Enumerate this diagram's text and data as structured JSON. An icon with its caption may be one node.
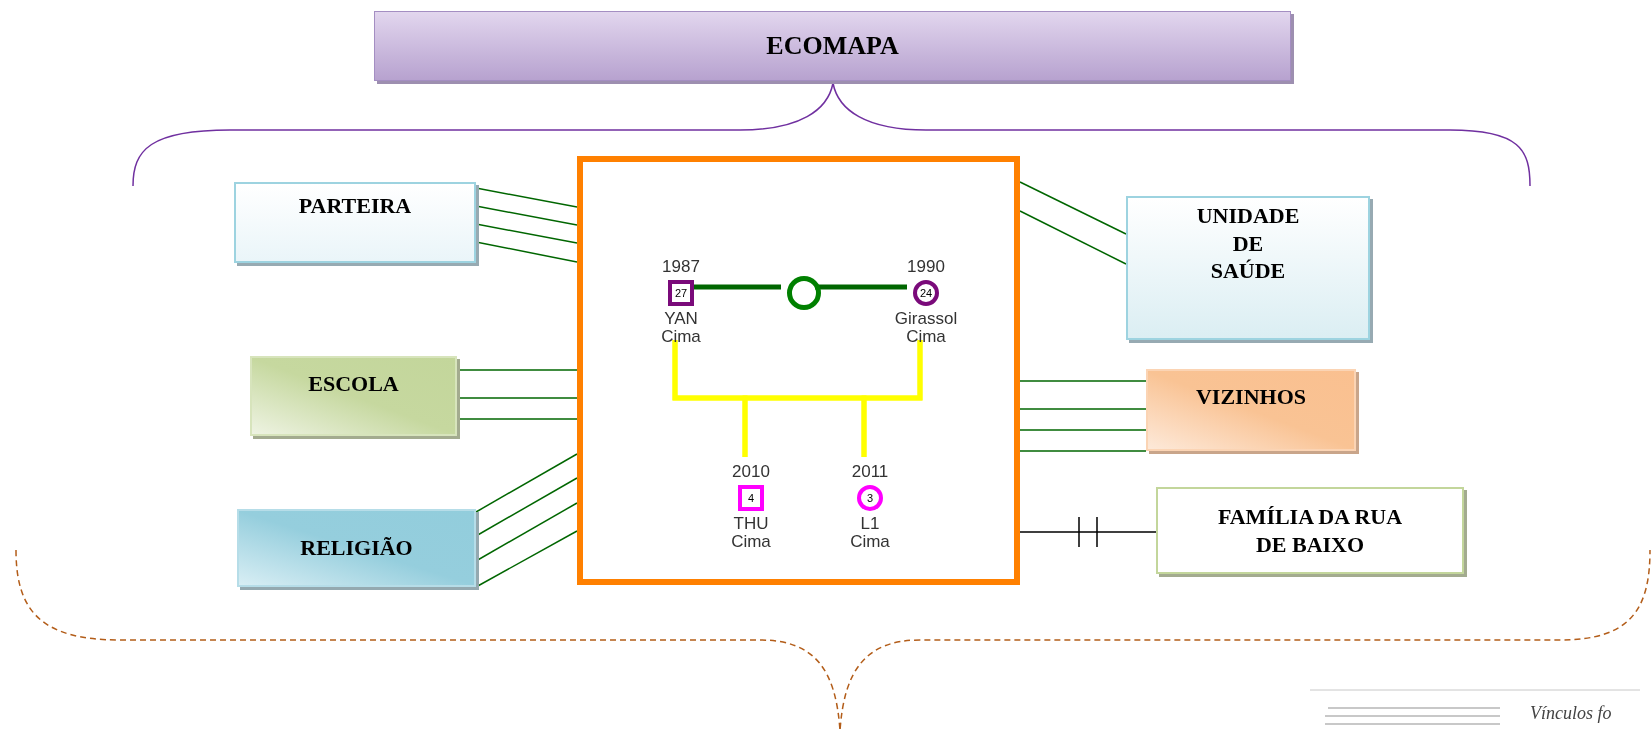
{
  "diagram": {
    "nodes": [
      {
        "text": [
          "ECOMAPA"
        ]
      },
      {
        "text": [
          "PARTEIRA"
        ]
      },
      {
        "text": [
          "ESCOLA"
        ]
      },
      {
        "text": [
          "RELIGIÃO"
        ]
      },
      {
        "text": [],
        "shape": "box"
      },
      {
        "text": [
          "UNIDADE DE SAÚDE"
        ]
      },
      {
        "text": [
          "VIZINHOS"
        ]
      },
      {
        "text": [
          "FAMÍLIA DA RUA DE BAIXO"
        ]
      },
      {
        "text": [
          "27"
        ],
        "in": 4,
        "beside": [
          "1987",
          "YAN Cima"
        ]
      },
      {
        "text": [],
        "shape": "circle",
        "in": 4
      },
      {
        "text": [
          "24"
        ],
        "in": 4,
        "beside": [
          "1990",
          "Girassol Cima"
        ]
      },
      {
        "text": [
          "4"
        ],
        "in": 4,
        "beside": [
          "2010",
          "THU Cima"
        ]
      },
      {
        "text": [
          "3"
        ],
        "in": 4,
        "beside": [
          "2011",
          "L1 Cima"
        ]
      }
    ],
    "edges": [
      {
        "from": 1,
        "to": 4,
        "arrow": "none"
      },
      {
        "from": 1,
        "to": 4,
        "arrow": "none"
      },
      {
        "from": 1,
        "to": 4,
        "arrow": "none"
      },
      {
        "from": 1,
        "to": 4,
        "arrow": "none"
      },
      {
        "from": 2,
        "to": 4,
        "arrow": "none"
      },
      {
        "from": 2,
        "to": 4,
        "arrow": "none"
      },
      {
        "from": 2,
        "to": 4,
        "arrow": "none"
      },
      {
        "from": 3,
        "to": 4,
        "arrow": "none"
      },
      {
        "from": 3,
        "to": 4,
        "arrow": "none"
      },
      {
        "from": 3,
        "to": 4,
        "arrow": "none"
      },
      {
        "from": 3,
        "to": 4,
        "arrow": "none"
      },
      {
        "from": 5,
        "to": 4,
        "arrow": "none"
      },
      {
        "from": 5,
        "to": 4,
        "arrow": "none"
      },
      {
        "from": 6,
        "to": 4,
        "arrow": "none"
      },
      {
        "from": 6,
        "to": 4,
        "arrow": "none"
      },
      {
        "from": 6,
        "to": 4,
        "arrow": "none"
      },
      {
        "from": 6,
        "to": 4,
        "arrow": "none"
      },
      {
        "from": 7,
        "to": 4,
        "arrow": "none",
        "color": "#000000"
      },
      {
        "from": 8,
        "to": 9,
        "arrow": "none",
        "style": "thick"
      },
      {
        "from": 9,
        "to": 10,
        "arrow": "none",
        "style": "thick"
      },
      {
        "from": 8,
        "to": 11,
        "arrow": "none",
        "style": "thick",
        "color": "#ffff00"
      },
      {
        "from": 8,
        "to": 12,
        "arrow": "none",
        "style": "thick",
        "color": "#ffff00"
      },
      {
        "from": 10,
        "to": 11,
        "arrow": "none",
        "style": "thick",
        "color": "#ffff00"
      },
      {
        "from": 10,
        "to": 12,
        "arrow": "none",
        "style": "thick",
        "color": "#ffff00"
      }
    ],
    "labels": [
      "Vínculos fo"
    ]
  }
}
